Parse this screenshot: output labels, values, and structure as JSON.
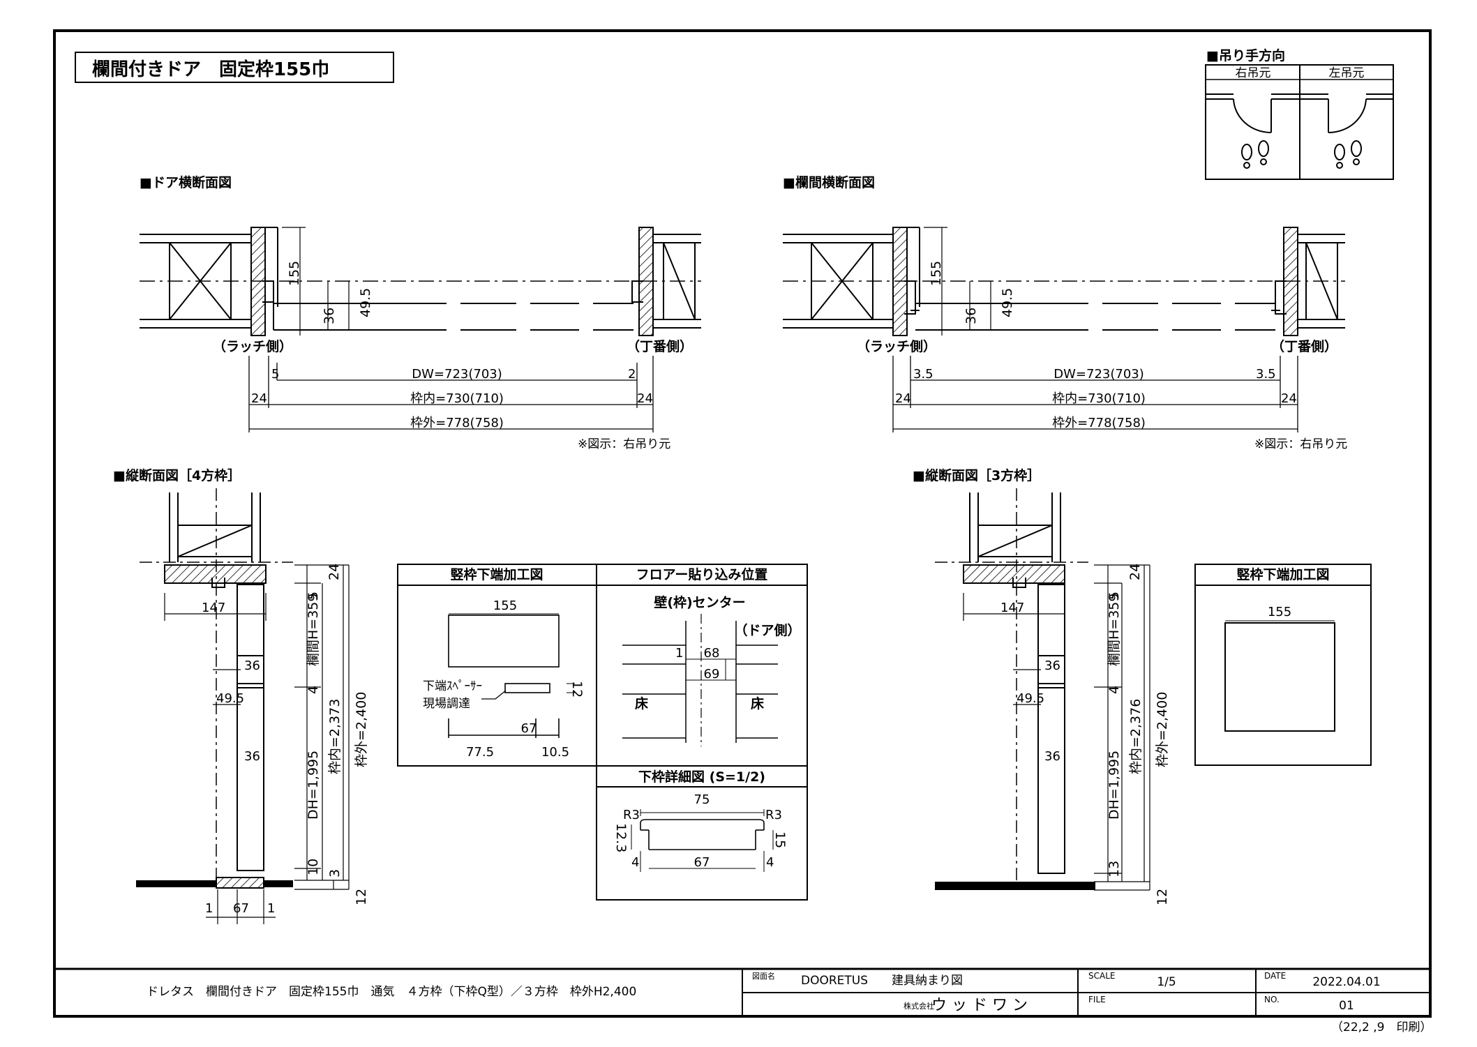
{
  "title": "欄間付きドア　固定枠155巾",
  "hanging": {
    "heading": "■吊り手方向",
    "right_label": "右吊元",
    "left_label": "左吊元"
  },
  "door_section": {
    "heading": "■ドア横断面図",
    "dim_155": "155",
    "dim_49_5": "49.5",
    "dim_36": "36",
    "latch_label": "（ラッチ側）",
    "hinge_label": "（丁番側）",
    "gap_left": "5",
    "gap_right": "2",
    "dw": "DW=723(703)",
    "inner": "枠内=730(710)",
    "outer": "枠外=778(758)",
    "frame_left": "24",
    "frame_right": "24",
    "note": "※図示：右吊り元"
  },
  "transom_section": {
    "heading": "■欄間横断面図",
    "dim_155": "155",
    "dim_49_5": "49.5",
    "dim_36": "36",
    "latch_label": "（ラッチ側）",
    "hinge_label": "（丁番側）",
    "gap_left": "3.5",
    "gap_right": "3.5",
    "dw": "DW=723(703)",
    "inner": "枠内=730(710)",
    "outer": "枠外=778(758)",
    "frame_left": "24",
    "frame_right": "24",
    "note": "※図示：右吊り元"
  },
  "vertical_4": {
    "heading": "■縦断面図［4方枠］",
    "d147": "147",
    "d36a": "36",
    "d49_5": "49.5",
    "d36b": "36",
    "d67": "67",
    "d1a": "1",
    "d1b": "1",
    "d24": "24",
    "d5": "5",
    "transom_h": "欄間H=359",
    "d4": "4",
    "dh": "DH=1,995",
    "d10": "10",
    "inner_h": "枠内=2,373",
    "d3": "3",
    "outer_h": "枠外=2,400",
    "d12": "12"
  },
  "vertical_3": {
    "heading": "■縦断面図［3方枠］",
    "d147": "147",
    "d36a": "36",
    "d49_5": "49.5",
    "d36b": "36",
    "d24": "24",
    "d5": "5",
    "transom_h": "欄間H=359",
    "d4": "4",
    "dh": "DH=1,995",
    "d13": "13",
    "inner_h": "枠内=2,376",
    "outer_h": "枠外=2,400",
    "d12": "12"
  },
  "stile_bottom": {
    "heading": "竪枠下端加工図",
    "d155": "155",
    "d12": "12",
    "spacer1": "下端ｽﾍﾟｰｻｰ",
    "spacer2": "現場調達",
    "d67": "67",
    "d77_5": "77.5",
    "d10_5": "10.5"
  },
  "floor_position": {
    "heading": "フロアー貼り込み位置",
    "center": "壁(枠)センター",
    "door_side": "（ドア側）",
    "d1": "1",
    "d68": "68",
    "d69": "69",
    "floor_l": "床",
    "floor_r": "床"
  },
  "sill_detail": {
    "heading": "下枠詳細図 (S=1/2)",
    "d75": "75",
    "r_left": "R3",
    "r_right": "R3",
    "d12_3": "12.3",
    "d15": "15",
    "d4l": "4",
    "d67": "67",
    "d4r": "4"
  },
  "stile_bottom_3": {
    "heading": "竪枠下端加工図",
    "d155": "155"
  },
  "title_block": {
    "description": "ドレタス　欄間付きドア　固定枠155巾　通気　４方枠（下枠Q型）／３方枠　枠外H2,400",
    "drawing_name_label": "図面名",
    "drawing_name": "DOORETUS　　建具納まり図",
    "scale_label": "SCALE",
    "scale": "1/5",
    "date_label": "DATE",
    "date": "2022.04.01",
    "company_prefix": "株式会社",
    "company": "ウ ッ ド ワ ン",
    "file_label": "FILE",
    "no_label": "NO.",
    "no": "01",
    "print_note": "（22,2 ,9　印刷）"
  }
}
